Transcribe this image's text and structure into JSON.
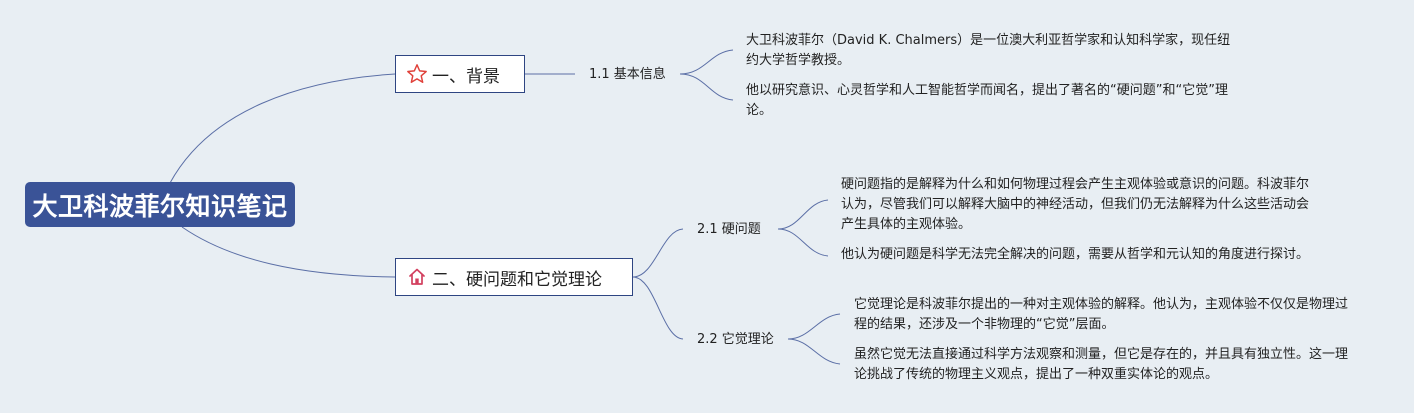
{
  "root": {
    "label": "大卫科波菲尔知识笔记"
  },
  "branches": [
    {
      "label": "一、背景",
      "icon": "star-icon",
      "subtopics": [
        {
          "label": "1.1 基本信息",
          "notes": [
            "大卫科波菲尔（David K. Chalmers）是一位澳大利亚哲学家和认知科学家，现任纽约大学哲学教授。",
            "他以研究意识、心灵哲学和人工智能哲学而闻名，提出了著名的“硬问题”和“它觉”理论。"
          ]
        }
      ]
    },
    {
      "label": "二、硬问题和它觉理论",
      "icon": "home-icon",
      "subtopics": [
        {
          "label": "2.1 硬问题",
          "notes": [
            "硬问题指的是解释为什么和如何物理过程会产生主观体验或意识的问题。科波菲尔认为，尽管我们可以解释大脑中的神经活动，但我们仍无法解释为什么这些活动会产生具体的主观体验。",
            "他认为硬问题是科学无法完全解决的问题，需要从哲学和元认知的角度进行探讨。"
          ]
        },
        {
          "label": "2.2 它觉理论",
          "notes": [
            "它觉理论是科波菲尔提出的一种对主观体验的解释。他认为，主观体验不仅仅是物理过程的结果，还涉及一个非物理的“它觉”层面。",
            "虽然它觉无法直接通过科学方法观察和测量，但它是存在的，并且具有独立性。这一理论挑战了传统的物理主义观点，提出了一种双重实体论的观点。"
          ]
        }
      ]
    }
  ],
  "colors": {
    "background": "#e8eef3",
    "root_fill": "#3a5397",
    "branch_border": "#2e4582",
    "connector": "#5b6fa6",
    "star": "#e0413a",
    "home": "#d2405f"
  }
}
